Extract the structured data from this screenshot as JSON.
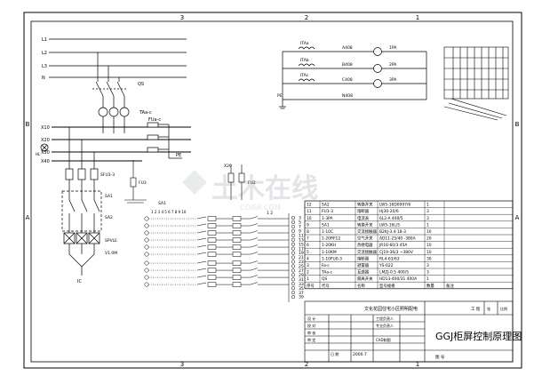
{
  "border": {
    "top_zones": [
      "3",
      "2",
      "1"
    ],
    "side_zones": [
      "B",
      "A"
    ]
  },
  "buses": {
    "phase_labels": [
      "L1",
      "L2",
      "L3",
      "N"
    ],
    "busbar_labels": [
      "X10",
      "X20",
      "X30",
      "X40"
    ],
    "pe_label": "PE",
    "switch_label": "QS",
    "ct_label": "TAa-c",
    "fuse_group_label": "FUa-c",
    "lamp_label": "HL",
    "fuse_row_label": "SFU1-3",
    "m1": "SA1",
    "m2": "SA2",
    "m3": "SPVLE",
    "m4": "V1.0M",
    "m5": "IC"
  },
  "meters": {
    "ct_labels": [
      "ITAa",
      "ITAb",
      "ITAc"
    ],
    "wire_labels": [
      "A408",
      "B408",
      "C408",
      "N408"
    ],
    "ammeter_labels": [
      "1PA",
      "2PA",
      "3PA"
    ],
    "pe_label": "PE"
  },
  "switch_section": {
    "fuse_label": "FU3",
    "switch_label": "SA1",
    "contact_numbers": "1 2 3 4 5 6 7 8 9 10",
    "lamp_label": "X20",
    "fuse2_label": "FU2",
    "terminal_header": "1 2",
    "terminals": [
      "3",
      "5",
      "7",
      "9",
      "11",
      "13",
      "15",
      "17",
      "19",
      "21",
      "23",
      "25",
      "27",
      "29",
      "31",
      "33",
      "35",
      "37",
      "39"
    ]
  },
  "bom": {
    "rows": [
      [
        "12",
        "SA2",
        "转换开关",
        "LW5-16D0997/6",
        "1",
        ""
      ],
      [
        "11",
        "FU1-3",
        "熔断器",
        "HJ30-20/6",
        "3",
        ""
      ],
      [
        "10",
        "1-3PA",
        "电流表",
        "6L2-A    400/5",
        "3",
        ""
      ],
      [
        "9",
        "SA1",
        "转换开关",
        "LW5-16L/5",
        "1",
        ""
      ],
      [
        "8",
        "1-10C",
        "交流接触器",
        "B2KJ-3.4-18-3",
        "10",
        ""
      ],
      [
        "7",
        "1-20RF12",
        "空气开关",
        "AD11-25/40    -380A",
        "20",
        ""
      ],
      [
        "6",
        "1-20KH",
        "热继电器",
        "JR16-60/3    45A",
        "10",
        ""
      ],
      [
        "5",
        "1-10KM",
        "交流接触器",
        "CJ19-36/3    ~380V",
        "10",
        ""
      ],
      [
        "4",
        "1-10FU0-3",
        "熔断器",
        "RL4-63/63",
        "30",
        ""
      ],
      [
        "3",
        "Fa-c",
        "避雷器",
        "YS-022",
        "3",
        ""
      ],
      [
        "2",
        "TAa-c",
        "互感器",
        "LMZJ-0.5    400/5",
        "3",
        ""
      ],
      [
        "1",
        "QS",
        "隔离开关",
        "HD13-400/31    400A",
        "1",
        ""
      ]
    ],
    "header": [
      "序号",
      "代号",
      "名称",
      "型号规格",
      "数量",
      "备注"
    ]
  },
  "title_block": {
    "project": "文化花园住宅小区照明配电",
    "stage": "工 程",
    "subject": "GGJ柜屏控制原理图",
    "roles": [
      "设 计",
      "校 对",
      "审 核",
      "审 定"
    ],
    "labels": [
      "工程负责人",
      "专业负责人",
      "日 期"
    ],
    "date": "2000.7",
    "cad_label": "CAD制图",
    "drawing_no_label": "图 号",
    "sheet_label": "张",
    "scale_label": "比例"
  },
  "watermark": {
    "text": "土木在线",
    "sub": "COI88.COM"
  }
}
